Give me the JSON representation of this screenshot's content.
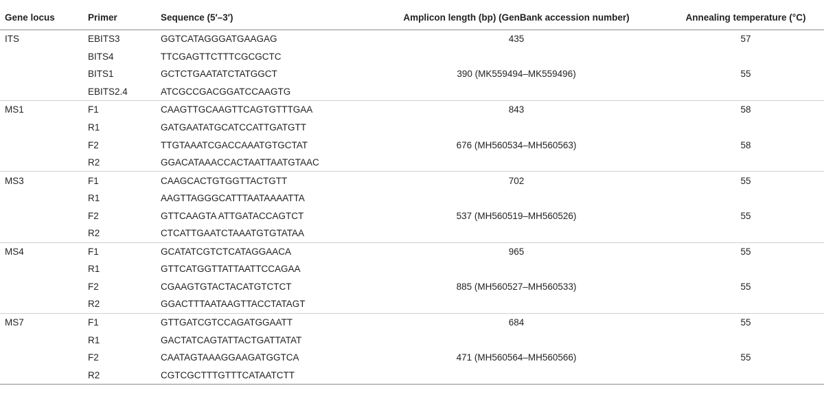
{
  "headers": {
    "gene_locus": "Gene locus",
    "primer": "Primer",
    "sequence": "Sequence (5′–3′)",
    "amplicon": "Amplicon length (bp) (GenBank accession number)",
    "temperature": "Annealing temperature (°C)"
  },
  "rows": [
    {
      "locus": "ITS",
      "primer": "EBITS3",
      "sequence": "GGTCATAGGGATGAAGAG",
      "amplicon": "435",
      "temp": "57"
    },
    {
      "locus": "",
      "primer": "BITS4",
      "sequence": "TTCGAGTTCTTTCGCGCTC",
      "amplicon": "",
      "temp": ""
    },
    {
      "locus": "",
      "primer": "BITS1",
      "sequence": "GCTCTGAATATCTATGGCT",
      "amplicon": "390 (MK559494–MK559496)",
      "temp": "55"
    },
    {
      "locus": "",
      "primer": "EBITS2.4",
      "sequence": "ATCGCCGACGGATCCAAGTG",
      "amplicon": "",
      "temp": ""
    },
    {
      "locus": "MS1",
      "primer": "F1",
      "sequence": "CAAGTTGCAAGTTCAGTGTTTGAA",
      "amplicon": "843",
      "temp": "58"
    },
    {
      "locus": "",
      "primer": "R1",
      "sequence": "GATGAATATGCATCCATTGATGTT",
      "amplicon": "",
      "temp": ""
    },
    {
      "locus": "",
      "primer": "F2",
      "sequence": "TTGTAAATCGACCAAATGTGCTAT",
      "amplicon": "676 (MH560534–MH560563)",
      "temp": "58"
    },
    {
      "locus": "",
      "primer": "R2",
      "sequence": "GGACATAAACCACTAATTAATGTAAC",
      "amplicon": "",
      "temp": ""
    },
    {
      "locus": "MS3",
      "primer": "F1",
      "sequence": "CAAGCACTGTGGTTACTGTT",
      "amplicon": "702",
      "temp": "55"
    },
    {
      "locus": "",
      "primer": "R1",
      "sequence": "AAGTTAGGGCATTTAATAAAATTA",
      "amplicon": "",
      "temp": ""
    },
    {
      "locus": "",
      "primer": "F2",
      "sequence": "GTTCAAGTA ATTGATACCAGTCT",
      "amplicon": "537 (MH560519–MH560526)",
      "temp": "55"
    },
    {
      "locus": "",
      "primer": "R2",
      "sequence": "CTCATTGAATCTAAATGTGTATAA",
      "amplicon": "",
      "temp": ""
    },
    {
      "locus": "MS4",
      "primer": "F1",
      "sequence": "GCATATCGTCTCATAGGAACA",
      "amplicon": "965",
      "temp": "55"
    },
    {
      "locus": "",
      "primer": "R1",
      "sequence": "GTTCATGGTTATTAATTCCAGAA",
      "amplicon": "",
      "temp": ""
    },
    {
      "locus": "",
      "primer": "F2",
      "sequence": "CGAAGTGTACTACATGTCTCT",
      "amplicon": "885 (MH560527–MH560533)",
      "temp": "55"
    },
    {
      "locus": "",
      "primer": "R2",
      "sequence": "GGACTTTAATAAGTTACCTATAGT",
      "amplicon": "",
      "temp": ""
    },
    {
      "locus": "MS7",
      "primer": "F1",
      "sequence": "GTTGATCGTCCAGATGGAATT",
      "amplicon": "684",
      "temp": "55"
    },
    {
      "locus": "",
      "primer": "R1",
      "sequence": "GACTATCAGTATTACTGATTATAT",
      "amplicon": "",
      "temp": ""
    },
    {
      "locus": "",
      "primer": "F2",
      "sequence": "CAATAGTAAAGGAAGATGGTCA",
      "amplicon": "471 (MH560564–MH560566)",
      "temp": "55"
    },
    {
      "locus": "",
      "primer": "R2",
      "sequence": "CGTCGCTTTGTTTCATAATCTT",
      "amplicon": "",
      "temp": ""
    }
  ]
}
